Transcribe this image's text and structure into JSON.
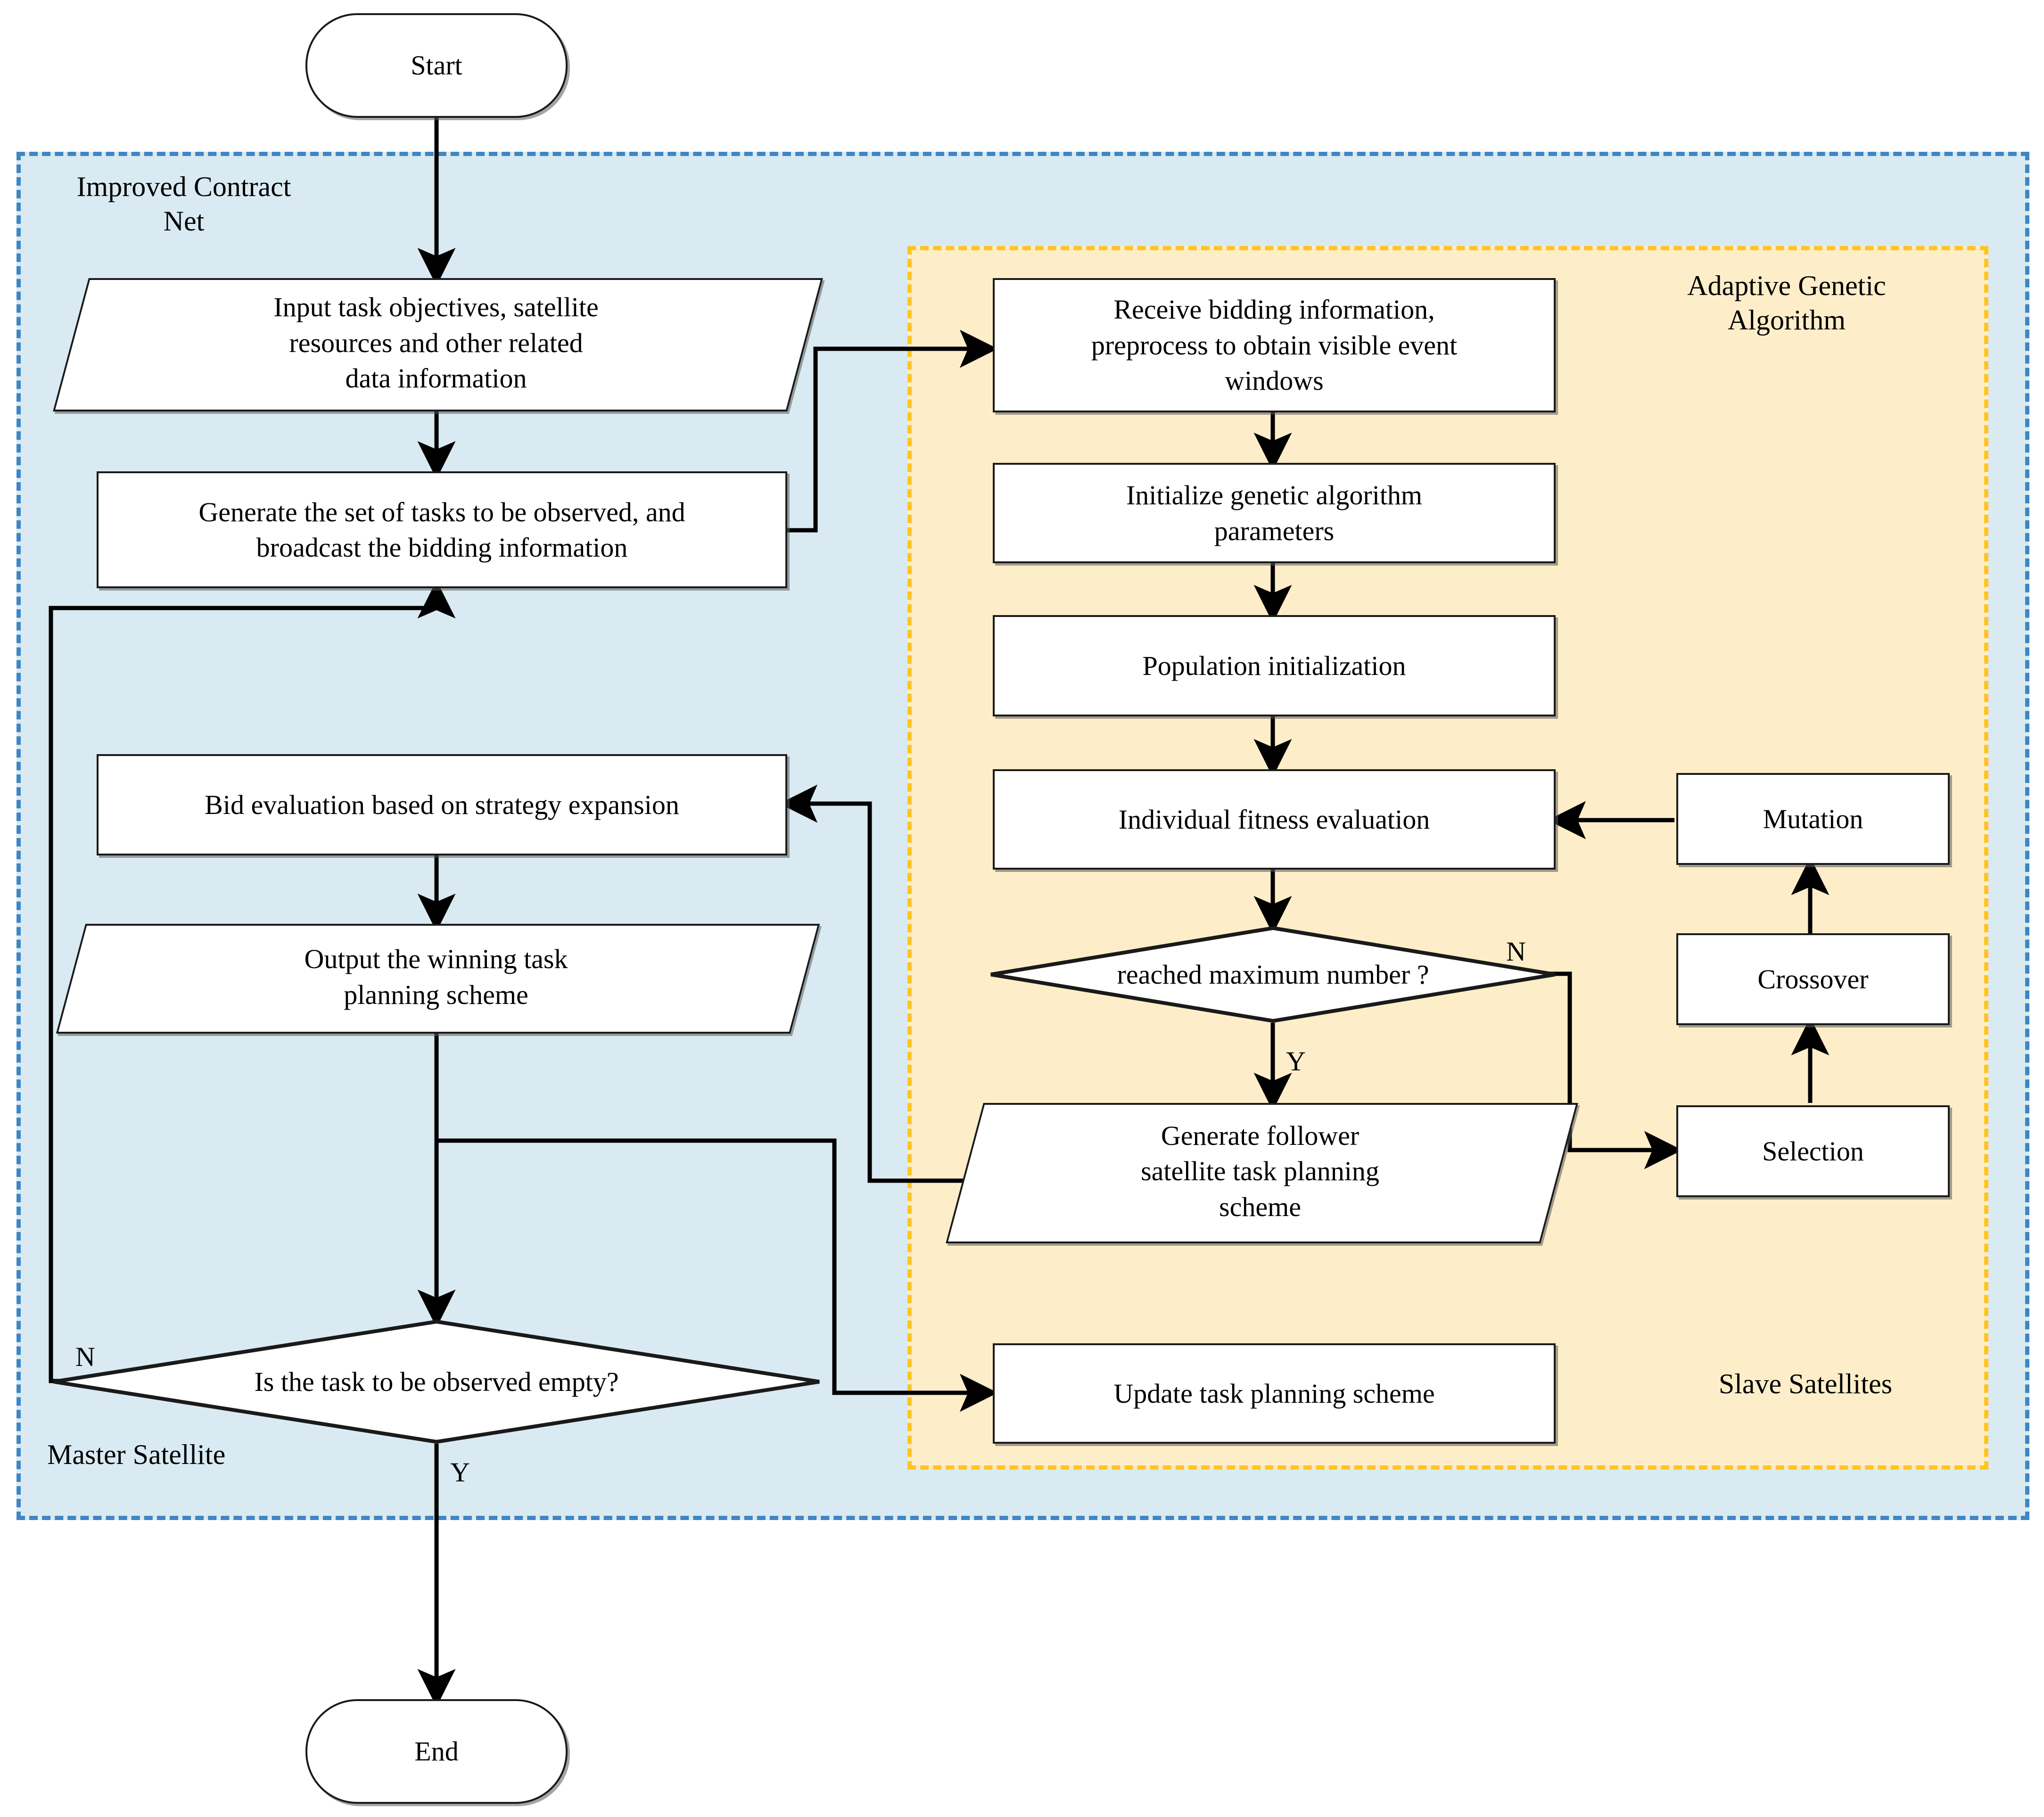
{
  "diagram": {
    "title": "Master-slave satellite task planning flowchart",
    "colors": {
      "contract_zone_fill": "#d9eaf2",
      "contract_zone_border": "#3f86c4",
      "genetic_zone_fill": "#fdeec9",
      "genetic_zone_border": "#ffc423",
      "node_fill": "#ffffff",
      "node_border": "#1a1a1a",
      "connector": "#000000"
    }
  },
  "zones": {
    "contract_net": {
      "label": "Improved Contract\nNet"
    },
    "master_satellite": {
      "label": "Master Satellite"
    },
    "genetic_algorithm": {
      "label": "Adaptive Genetic\nAlgorithm"
    },
    "slave_satellites": {
      "label": "Slave Satellites"
    }
  },
  "nodes": {
    "start": {
      "label": "Start",
      "shape": "terminator"
    },
    "input_data": {
      "label": "Input task objectives, satellite\nresources and other related\ndata information",
      "shape": "io"
    },
    "generate_tasks": {
      "label": "Generate the set of tasks to be observed, and\nbroadcast the bidding information",
      "shape": "process"
    },
    "bid_evaluation": {
      "label": "Bid evaluation based on strategy expansion",
      "shape": "process"
    },
    "output_winning": {
      "label": "Output the winning task\nplanning scheme",
      "shape": "io"
    },
    "task_empty": {
      "label": "Is the task to be observed empty?",
      "shape": "decision"
    },
    "end": {
      "label": "End",
      "shape": "terminator"
    },
    "receive_bidding": {
      "label": "Receive bidding information,\npreprocess to obtain visible event\nwindows",
      "shape": "process"
    },
    "init_params": {
      "label": "Initialize genetic algorithm\nparameters",
      "shape": "process"
    },
    "population_init": {
      "label": "Population initialization",
      "shape": "process"
    },
    "fitness_eval": {
      "label": "Individual fitness evaluation",
      "shape": "process"
    },
    "max_number": {
      "label": "reached maximum number ?",
      "shape": "decision"
    },
    "generate_follower": {
      "label": "Generate follower\nsatellite task planning\nscheme",
      "shape": "io"
    },
    "update_scheme": {
      "label": "Update task planning scheme",
      "shape": "process"
    },
    "mutation": {
      "label": "Mutation",
      "shape": "process"
    },
    "crossover": {
      "label": "Crossover",
      "shape": "process"
    },
    "selection": {
      "label": "Selection",
      "shape": "process"
    }
  },
  "branch_labels": {
    "max_number_no": "N",
    "max_number_yes": "Y",
    "task_empty_no": "N",
    "task_empty_yes": "Y"
  },
  "edges": [
    {
      "from": "start",
      "to": "input_data"
    },
    {
      "from": "input_data",
      "to": "generate_tasks"
    },
    {
      "from": "generate_tasks",
      "to": "receive_bidding"
    },
    {
      "from": "receive_bidding",
      "to": "init_params"
    },
    {
      "from": "init_params",
      "to": "population_init"
    },
    {
      "from": "population_init",
      "to": "fitness_eval"
    },
    {
      "from": "fitness_eval",
      "to": "max_number"
    },
    {
      "from": "max_number",
      "to": "generate_follower",
      "label": "Y"
    },
    {
      "from": "max_number",
      "to": "selection",
      "label": "N"
    },
    {
      "from": "selection",
      "to": "crossover"
    },
    {
      "from": "crossover",
      "to": "mutation"
    },
    {
      "from": "mutation",
      "to": "fitness_eval"
    },
    {
      "from": "generate_follower",
      "to": "bid_evaluation"
    },
    {
      "from": "bid_evaluation",
      "to": "output_winning"
    },
    {
      "from": "output_winning",
      "to": "task_empty"
    },
    {
      "from": "output_winning",
      "to": "update_scheme"
    },
    {
      "from": "task_empty",
      "to": "generate_tasks",
      "label": "N"
    },
    {
      "from": "task_empty",
      "to": "end",
      "label": "Y"
    }
  ]
}
